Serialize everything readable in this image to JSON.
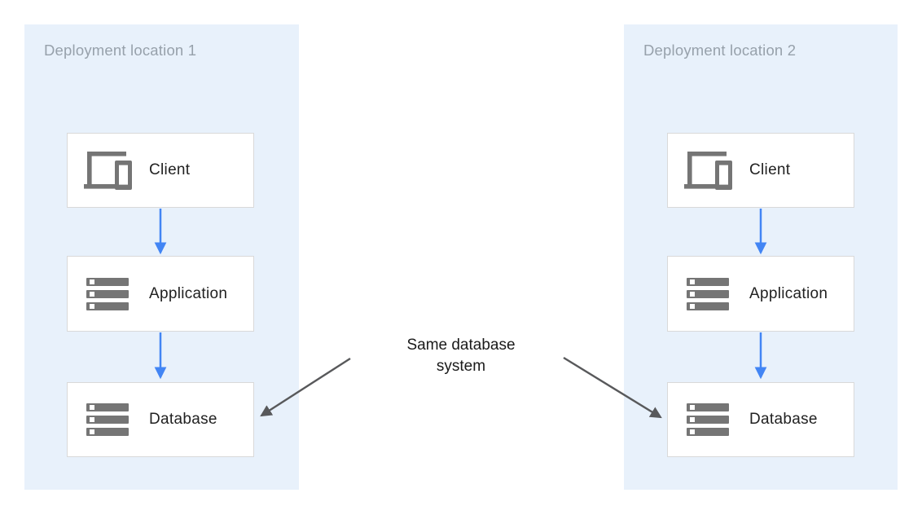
{
  "diagram": {
    "zones": [
      {
        "label": "Deployment location 1",
        "nodes": [
          {
            "id": "client",
            "label": "Client",
            "icon": "devices-icon"
          },
          {
            "id": "application",
            "label": "Application",
            "icon": "server-stack-icon"
          },
          {
            "id": "database",
            "label": "Database",
            "icon": "server-stack-icon"
          }
        ]
      },
      {
        "label": "Deployment location 2",
        "nodes": [
          {
            "id": "client",
            "label": "Client",
            "icon": "devices-icon"
          },
          {
            "id": "application",
            "label": "Application",
            "icon": "server-stack-icon"
          },
          {
            "id": "database",
            "label": "Database",
            "icon": "server-stack-icon"
          }
        ]
      }
    ],
    "annotation": {
      "line1": "Same database",
      "line2": "system"
    },
    "connections": [
      {
        "from": "zone1.client",
        "to": "zone1.application",
        "type": "flow"
      },
      {
        "from": "zone1.application",
        "to": "zone1.database",
        "type": "flow"
      },
      {
        "from": "zone2.client",
        "to": "zone2.application",
        "type": "flow"
      },
      {
        "from": "zone2.application",
        "to": "zone2.database",
        "type": "flow"
      },
      {
        "from": "annotation",
        "to": "zone1.database",
        "type": "pointer"
      },
      {
        "from": "annotation",
        "to": "zone2.database",
        "type": "pointer"
      }
    ],
    "colors": {
      "zone_background": "#e8f1fb",
      "zone_label_text": "#97a1ab",
      "node_background": "#ffffff",
      "node_border": "#d9d9d9",
      "node_text": "#212121",
      "icon_gray": "#757575",
      "flow_arrow_blue": "#4285f4",
      "pointer_arrow_gray": "#58595b",
      "annotation_text": "#1a1a1a"
    }
  }
}
